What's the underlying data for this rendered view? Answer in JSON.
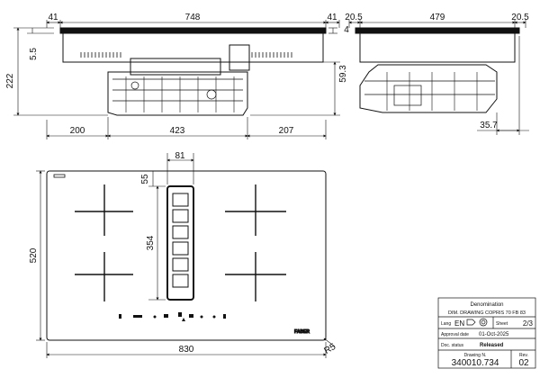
{
  "dimensions": {
    "top_width": "748",
    "top_left_margin": "41",
    "top_right_margin": "41",
    "glass_thickness": "4",
    "frame_height": "5.5",
    "total_height": "222",
    "unit_height": "59.3",
    "left_offset": "200",
    "unit_width": "423",
    "right_offset": "207",
    "side_width": "479",
    "side_left_margin": "20.5",
    "side_right_margin": "20.5",
    "side_offset": "35.7",
    "vent_width": "81",
    "vent_offset": "55",
    "vent_length": "354",
    "plan_height": "520",
    "plan_width": "830",
    "corner_radius": "R5"
  },
  "brand": "FABER",
  "title_block": {
    "denomination_label": "Denomination",
    "denomination_value": "DIM. DRAWING COPRIS 70 FB 83",
    "lang_label": "Lang",
    "lang_value": "EN",
    "sheet_label": "Sheet",
    "sheet_value": "2/3",
    "approval_label": "Approval date",
    "approval_value": "01-Oct-2025",
    "status_label": "Doc. status",
    "status_value": "Released",
    "drawing_label": "Drawing N.",
    "drawing_value": "340010.734",
    "rev_label": "Rev.",
    "rev_value": "02"
  },
  "colors": {
    "line": "#111111",
    "background": "#ffffff"
  }
}
